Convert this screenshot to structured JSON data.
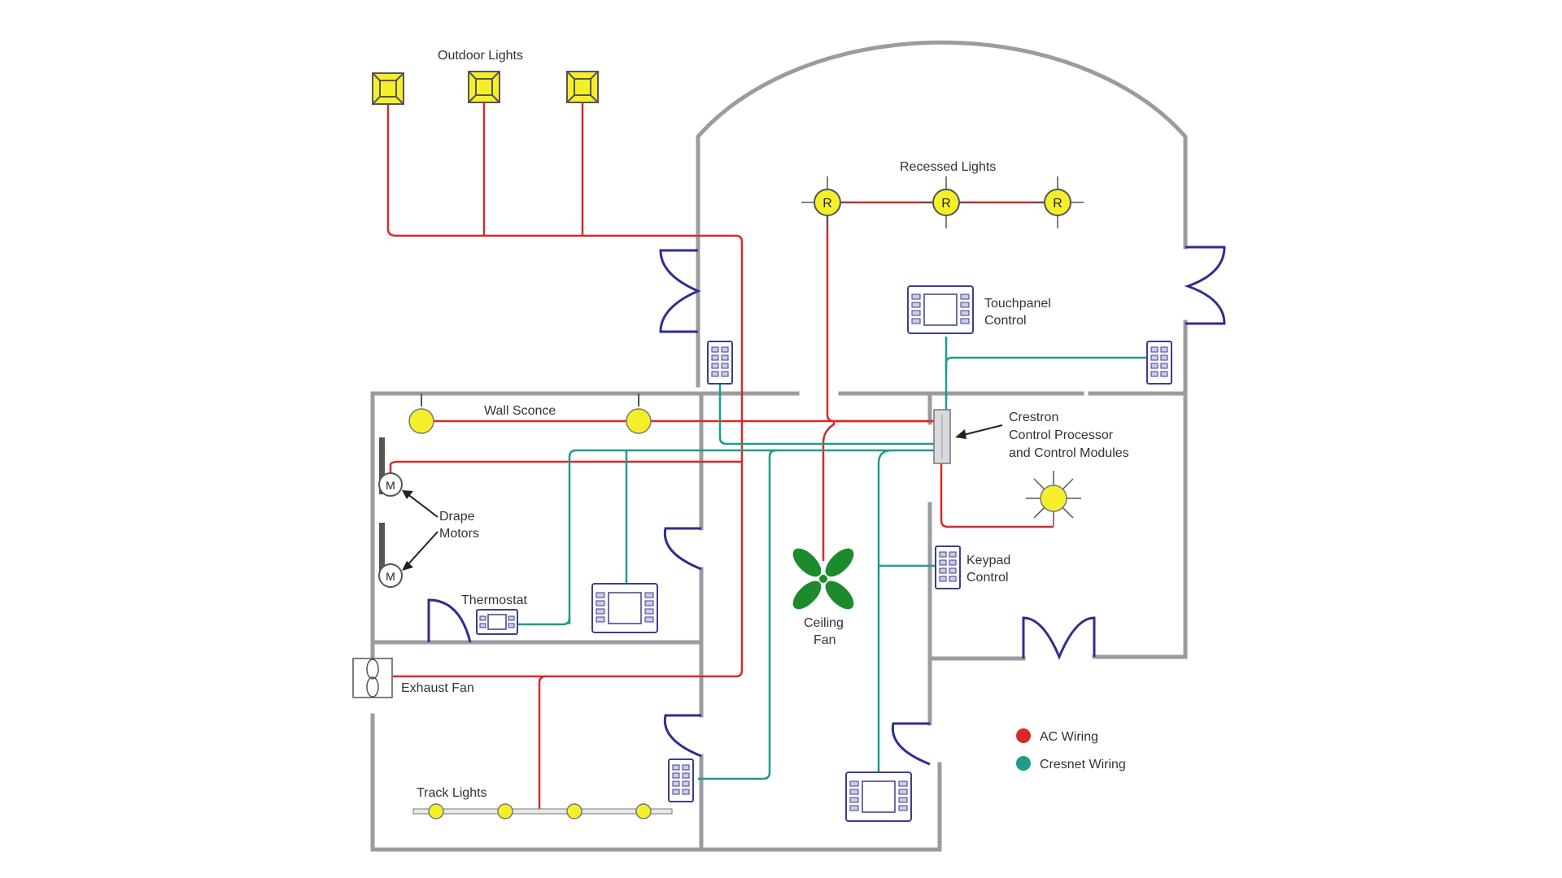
{
  "labels": {
    "outdoor_lights": "Outdoor Lights",
    "recessed_lights": "Recessed Lights",
    "touchpanel_line1": "Touchpanel",
    "touchpanel_line2": "Control",
    "wall_sconce": "Wall Sconce",
    "crestron_line1": "Crestron",
    "crestron_line2": "Control Processor",
    "crestron_line3": "and Control Modules",
    "drape_line1": "Drape",
    "drape_line2": "Motors",
    "thermostat": "Thermostat",
    "keypad_line1": "Keypad",
    "keypad_line2": "Control",
    "ceiling_fan_line1": "Ceiling",
    "ceiling_fan_line2": "Fan",
    "exhaust_fan": "Exhaust Fan",
    "track_lights": "Track Lights",
    "recessed_symbol": "R",
    "motor_symbol": "M"
  },
  "legend": [
    {
      "label": "AC Wiring",
      "color": "#d62a2a"
    },
    {
      "label": "Cresnet Wiring",
      "color": "#1f9c8a"
    }
  ],
  "colors": {
    "ac_wiring": "#d62a2a",
    "cresnet_wiring": "#1f9c8a",
    "walls": "#9a9ca0",
    "doors": "#2e2f8f",
    "light_fill": "#f5ef2a",
    "fan": "#1e8a2e"
  }
}
